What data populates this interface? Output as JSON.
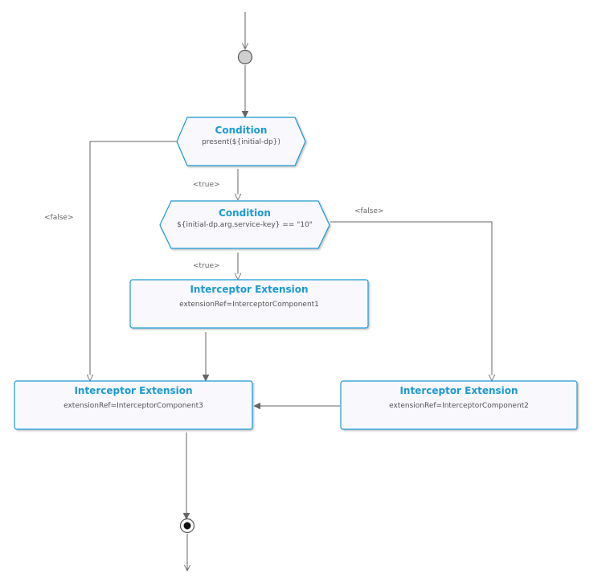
{
  "colors": {
    "node_border": "#1b9ad1",
    "node_fill": "#f8f8fd",
    "title_text": "#1b9ad1",
    "detail_text": "#555555",
    "edge": "#666666",
    "start_fill": "#cfcfcf"
  },
  "start_node": {
    "icon": "initial-node-icon"
  },
  "end_node": {
    "icon": "final-node-icon"
  },
  "condition1": {
    "title": "Condition",
    "expression": "present(${initial-dp})"
  },
  "condition2": {
    "title": "Condition",
    "expression": "${initial-dp.arg.service-key} == \"10\""
  },
  "interceptor1": {
    "title": "Interceptor Extension",
    "ref": "extensionRef=InterceptorComponent1"
  },
  "interceptor2": {
    "title": "Interceptor Extension",
    "ref": "extensionRef=InterceptorComponent2"
  },
  "interceptor3": {
    "title": "Interceptor Extension",
    "ref": "extensionRef=InterceptorComponent3"
  },
  "labels": {
    "cond1_true": "<true>",
    "cond1_false": "<false>",
    "cond2_true": "<true>",
    "cond2_false": "<false>"
  }
}
